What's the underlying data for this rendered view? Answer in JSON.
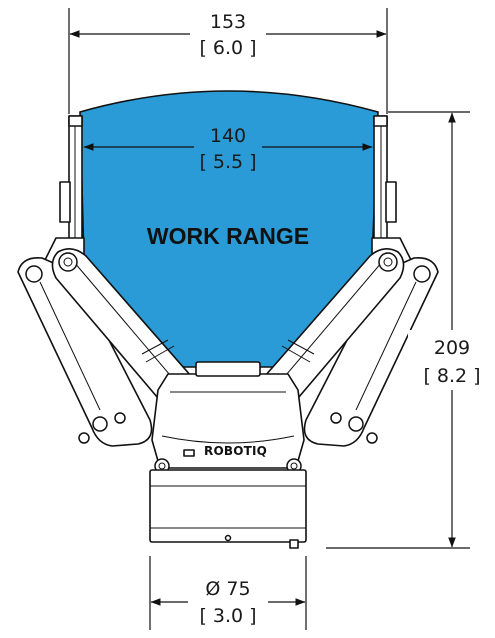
{
  "diagram": {
    "region_label": "WORK RANGE",
    "brand_text": "ROBOTIQ",
    "colors": {
      "work_range_fill": "#2a9bd6",
      "line": "#111111",
      "background": "#ffffff"
    },
    "dimensions": {
      "top_width": {
        "value": "153",
        "inch": "[ 6.0 ]"
      },
      "inner_width": {
        "value": "140",
        "inch": "[ 5.5 ]"
      },
      "height": {
        "value": "209",
        "inch": "[ 8.2 ]"
      },
      "base_diameter": {
        "value": "Ø 75",
        "inch": "[ 3.0 ]"
      }
    }
  }
}
